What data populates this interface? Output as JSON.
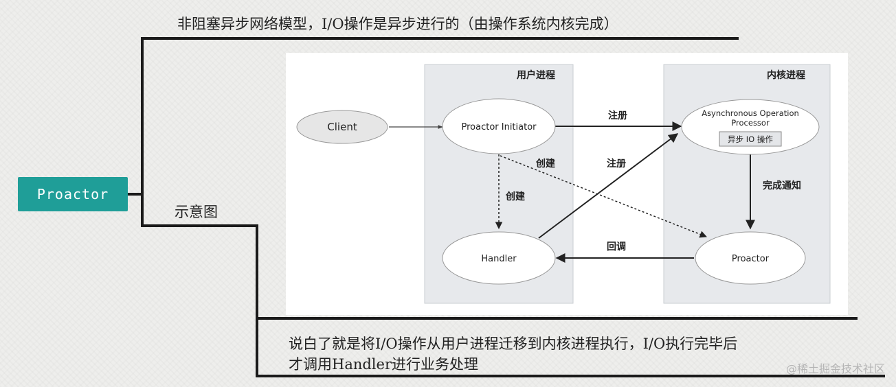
{
  "root": {
    "label": "Proactor"
  },
  "branches": {
    "top_label": "非阻塞异步网络模型，I/O操作是异步进行的（由操作系统内核完成）",
    "mid_label": "示意图",
    "bottom_line1": "说白了就是将I/O操作从用户进程迁移到内核进程执行，I/O执行完毕后",
    "bottom_line2": "才调用Handler进行业务处理"
  },
  "diagram": {
    "user_process_title": "用户进程",
    "kernel_process_title": "内核进程",
    "client": "Client",
    "proactor_initiator": "Proactor Initiator",
    "async_processor_line1": "Asynchronous Operation",
    "async_processor_line2": "Processor",
    "async_io_box": "异步 IO 操作",
    "handler": "Handler",
    "proactor": "Proactor",
    "edge_register_1": "注册",
    "edge_register_2": "注册",
    "edge_create_1": "创建",
    "edge_create_2": "创建",
    "edge_complete_notify": "完成通知",
    "edge_callback": "回调"
  },
  "watermark": "@稀土掘金技术社区",
  "colors": {
    "root_fill": "#1f9e98",
    "process_panel": "#e7e9ec",
    "node_fill": "#ffffff",
    "client_fill": "#e6e6e6"
  }
}
